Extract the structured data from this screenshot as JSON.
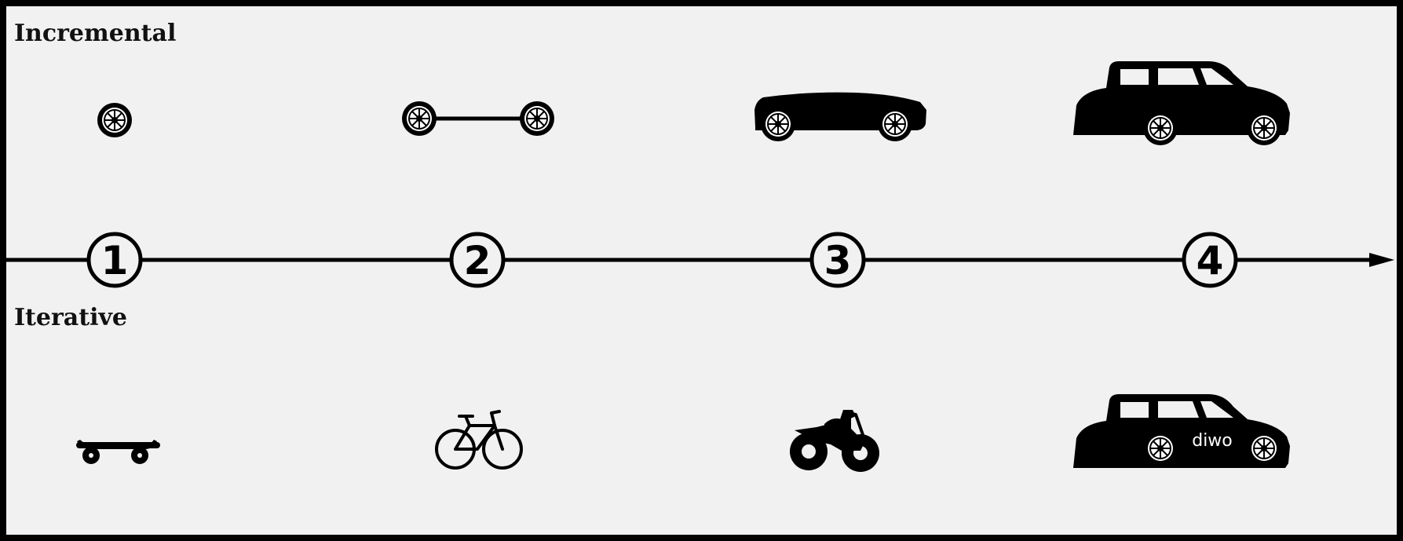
{
  "sections": {
    "incremental": "Incremental",
    "iterative": "Iterative"
  },
  "timeline": {
    "steps": [
      "1",
      "2",
      "3",
      "4"
    ]
  },
  "incremental_items": [
    {
      "icon": "wheel-icon"
    },
    {
      "icon": "wheels-on-axle-icon"
    },
    {
      "icon": "car-body-icon"
    },
    {
      "icon": "car-icon"
    }
  ],
  "iterative_items": [
    {
      "icon": "skateboard-icon"
    },
    {
      "icon": "bicycle-icon"
    },
    {
      "icon": "motorcycle-icon"
    },
    {
      "icon": "car-icon",
      "text": "diwo"
    }
  ],
  "colors": {
    "background": "#f1f1f1",
    "ink": "#000000",
    "frame": "#000000"
  }
}
